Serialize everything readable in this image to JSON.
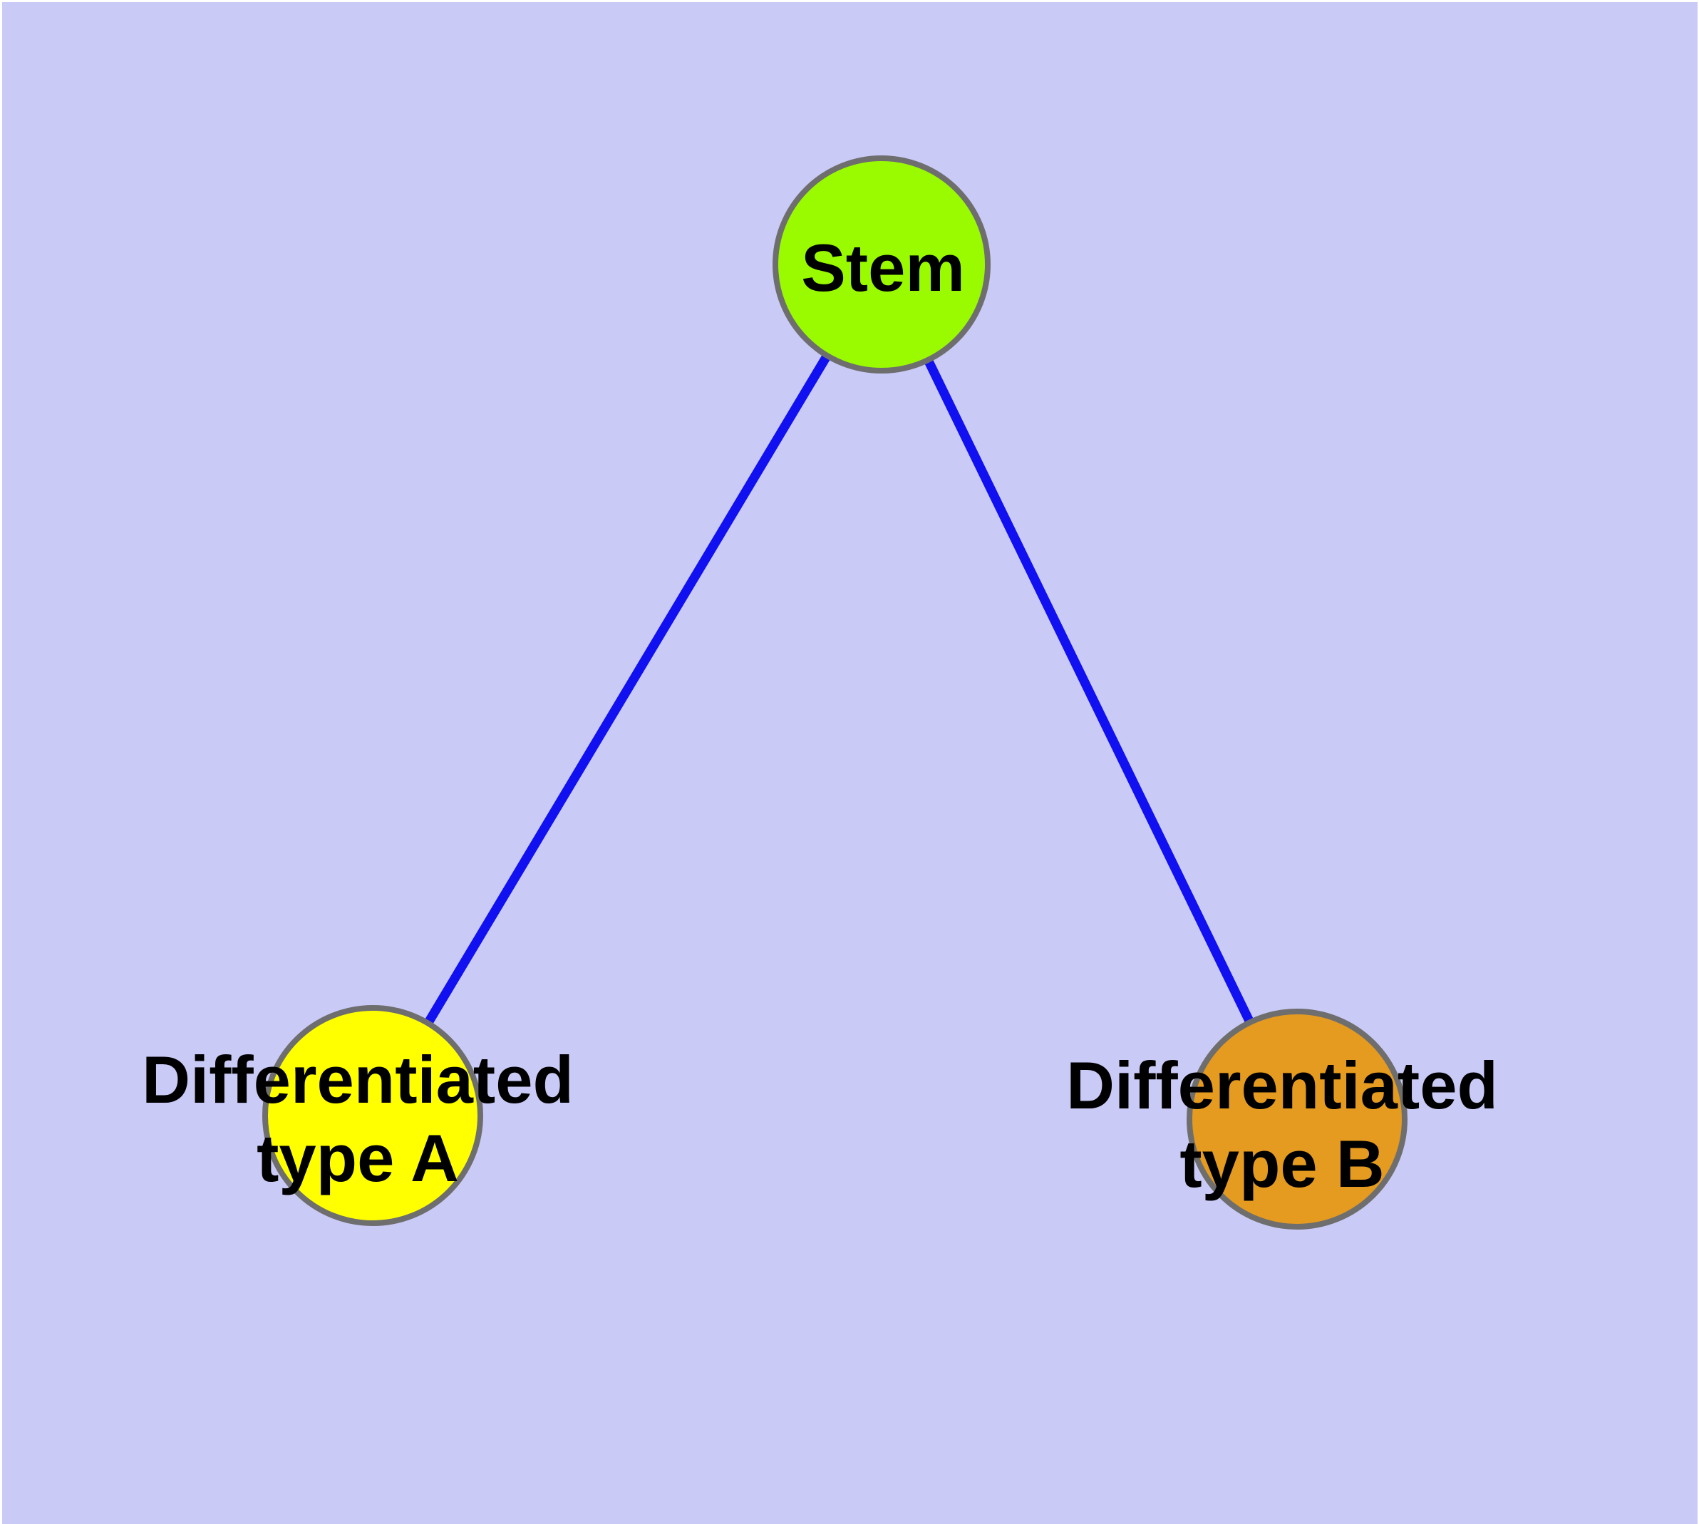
{
  "diagram": {
    "background_color": "#cacaf7",
    "page_color": "#ffffff",
    "edge_color": "#1010f0",
    "node_border_color": "#6e6e6e",
    "label_color": "#000000",
    "nodes": {
      "stem": {
        "label": "Stem",
        "fill": "#9afb00"
      },
      "type_a": {
        "label_line1": "Differentiated",
        "label_line2": "type A",
        "fill": "#ffff00"
      },
      "type_b": {
        "label_line1": "Differentiated",
        "label_line2": "type B",
        "fill": "#e59a20"
      }
    },
    "edges": [
      {
        "from": "Stem",
        "to": "Differentiated type A"
      },
      {
        "from": "Stem",
        "to": "Differentiated type B"
      }
    ]
  }
}
